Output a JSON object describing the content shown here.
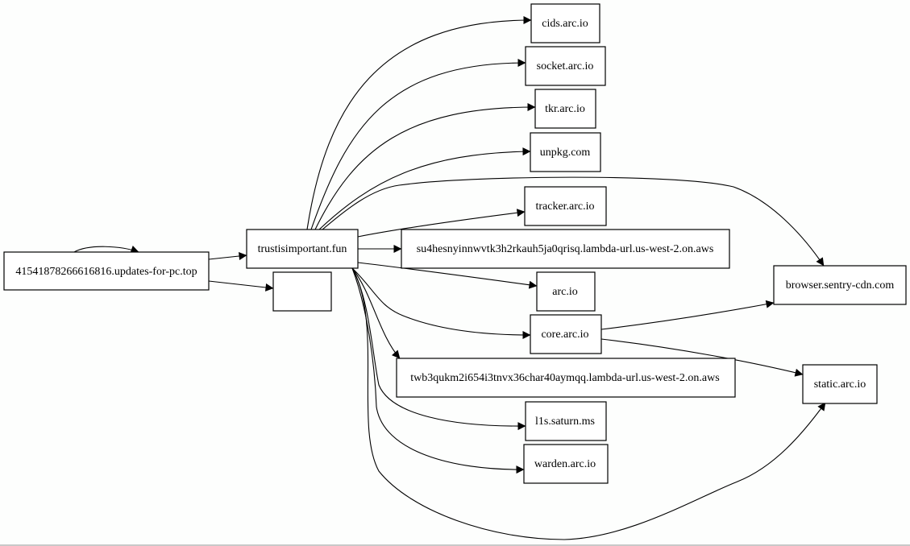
{
  "diagram": {
    "type": "directed-graph",
    "nodes": [
      {
        "id": "updates",
        "label": "41541878266616816.updates-for-pc.top"
      },
      {
        "id": "trust",
        "label": "trustisimportant.fun"
      },
      {
        "id": "blank",
        "label": ""
      },
      {
        "id": "cids",
        "label": "cids.arc.io"
      },
      {
        "id": "socket",
        "label": "socket.arc.io"
      },
      {
        "id": "tkr",
        "label": "tkr.arc.io"
      },
      {
        "id": "unpkg",
        "label": "unpkg.com"
      },
      {
        "id": "tracker",
        "label": "tracker.arc.io"
      },
      {
        "id": "lambda1",
        "label": "su4hesnyinnwvtk3h2rkauh5ja0qrisq.lambda-url.us-west-2.on.aws"
      },
      {
        "id": "arc",
        "label": "arc.io"
      },
      {
        "id": "core",
        "label": "core.arc.io"
      },
      {
        "id": "lambda2",
        "label": "twb3qukm2i654i3tnvx36char40aymqq.lambda-url.us-west-2.on.aws"
      },
      {
        "id": "saturn",
        "label": "l1s.saturn.ms"
      },
      {
        "id": "warden",
        "label": "warden.arc.io"
      },
      {
        "id": "sentry",
        "label": "browser.sentry-cdn.com"
      },
      {
        "id": "static",
        "label": "static.arc.io"
      }
    ],
    "edges": [
      {
        "from": "updates",
        "to": "updates"
      },
      {
        "from": "updates",
        "to": "trust"
      },
      {
        "from": "updates",
        "to": "blank"
      },
      {
        "from": "trust",
        "to": "cids"
      },
      {
        "from": "trust",
        "to": "socket"
      },
      {
        "from": "trust",
        "to": "tkr"
      },
      {
        "from": "trust",
        "to": "unpkg"
      },
      {
        "from": "trust",
        "to": "sentry"
      },
      {
        "from": "trust",
        "to": "tracker"
      },
      {
        "from": "trust",
        "to": "lambda1"
      },
      {
        "from": "trust",
        "to": "arc"
      },
      {
        "from": "trust",
        "to": "core"
      },
      {
        "from": "trust",
        "to": "lambda2"
      },
      {
        "from": "trust",
        "to": "saturn"
      },
      {
        "from": "trust",
        "to": "warden"
      },
      {
        "from": "trust",
        "to": "static"
      },
      {
        "from": "core",
        "to": "sentry"
      },
      {
        "from": "core",
        "to": "static"
      }
    ]
  }
}
